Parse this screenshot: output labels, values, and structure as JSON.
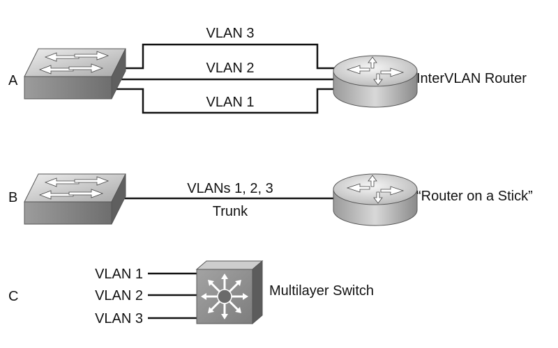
{
  "diagram": {
    "panel_a": {
      "letter": "A",
      "links": [
        "VLAN 3",
        "VLAN 2",
        "VLAN 1"
      ],
      "router_label": "InterVLAN Router"
    },
    "panel_b": {
      "letter": "B",
      "link_top": "VLANs 1, 2, 3",
      "link_bottom": "Trunk",
      "router_label": "“Router on a Stick”"
    },
    "panel_c": {
      "letter": "C",
      "inputs": [
        "VLAN 1",
        "VLAN 2",
        "VLAN 3"
      ],
      "switch_label": "Multilayer Switch"
    },
    "colors": {
      "device_light": "#cfcfcf",
      "device_dark": "#7a7a7a",
      "line": "#111111"
    },
    "icons": {
      "switch": "workgroup-switch-icon",
      "router": "router-icon",
      "multilayer": "multilayer-switch-icon"
    }
  }
}
